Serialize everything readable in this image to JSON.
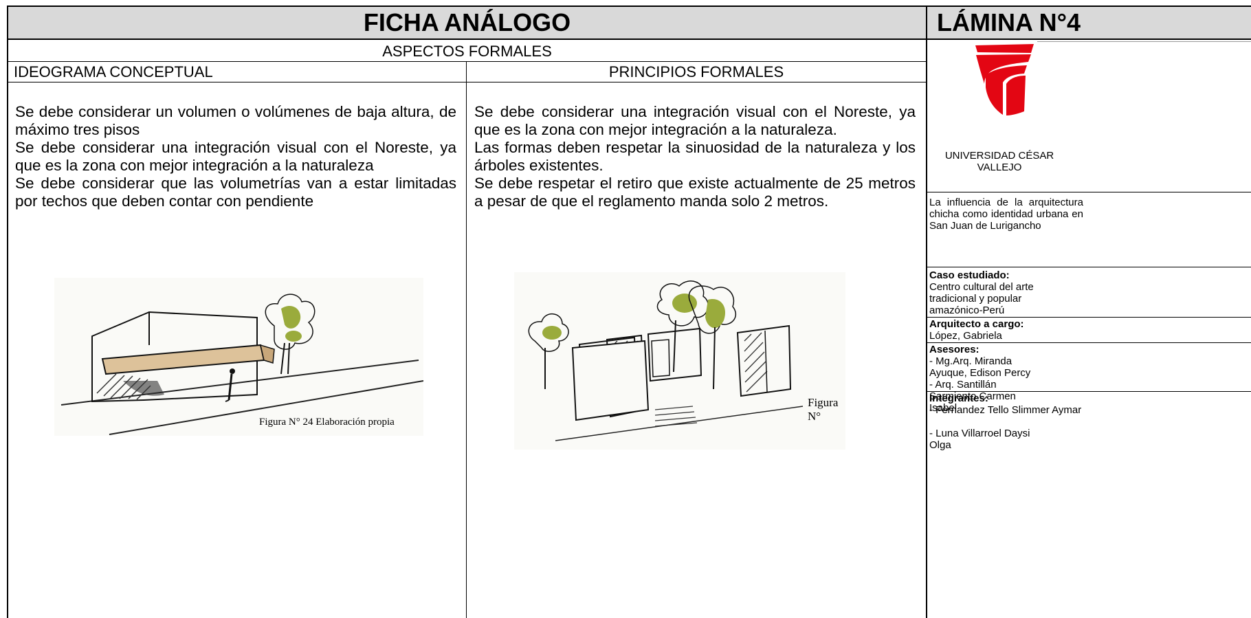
{
  "header": {
    "title": "FICHA ANÁLOGO",
    "sheet": "LÁMINA N°4"
  },
  "section": {
    "title": "ASPECTOS FORMALES"
  },
  "left": {
    "heading": "IDEOGRAMA CONCEPTUAL",
    "paragraphs": [
      "Se debe considerar un volumen o volúmenes de baja altura, de máximo tres pisos",
      "Se debe considerar una integración visual con el Noreste, ya que es la zona con mejor integración a la naturaleza",
      "Se debe considerar que las volumetrías van a estar limitadas por techos que deben contar con pendiente"
    ],
    "figure_caption": "Figura N° 24 Elaboración propia"
  },
  "middle": {
    "heading": "PRINCIPIOS FORMALES",
    "paragraphs": [
      "Se debe considerar una integración visual con el Noreste, ya que es la zona con mejor integración a la naturaleza.",
      "Las formas deben respetar la sinuosidad de la naturaleza y los árboles existentes.",
      "Se debe respetar el retiro que existe actualmente de 25 metros a pesar de que el reglamento manda solo 2 metros."
    ],
    "figure_caption": "Figura N°"
  },
  "sidebar": {
    "university": "UNIVERSIDAD CÉSAR VALLEJO",
    "thesis": "La influencia de la arquitectura chicha como identidad urbana en San Juan de Lurigancho",
    "case_label": "Caso estudiado:",
    "case_value": "Centro cultural del arte tradicional y popular amazónico-Perú",
    "architect_label": "Arquitecto a cargo:",
    "architect_value": "López, Gabriela",
    "advisors_label": "Asesores:",
    "advisors": [
      "- Mg.Arq. Miranda Ayuque, Edison Percy",
      "- Arq. Santillán Sarmiento Carmen Isabel"
    ],
    "members_label": "Integrantes:",
    "members": [
      "- Fernandez Tello Slimmer Aymar",
      "- Luna Villarroel Daysi Olga"
    ]
  },
  "colors": {
    "header_bg": "#d9d9d9",
    "logo_red": "#e30613",
    "volume_tan": "#ddc29a",
    "tree_green": "#9aab3c"
  }
}
